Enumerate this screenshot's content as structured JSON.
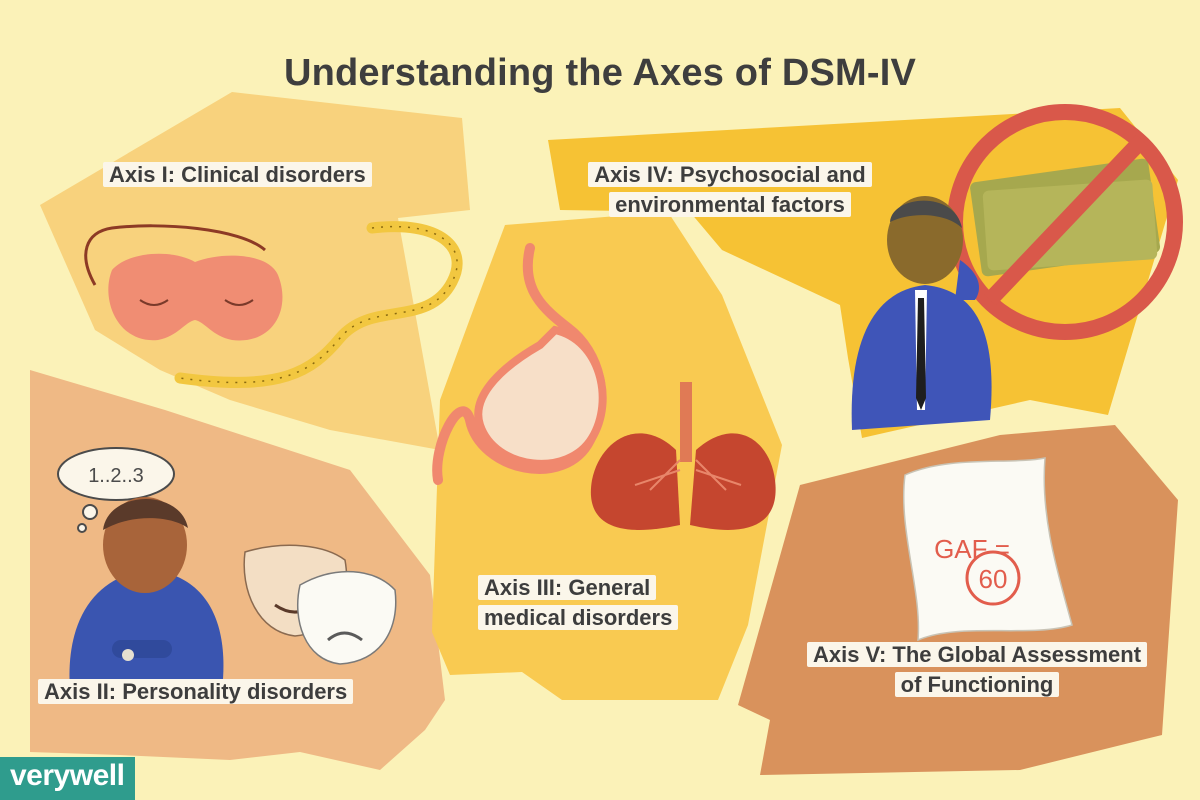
{
  "title": "Understanding the Axes of DSM-IV",
  "panels": {
    "axis1": {
      "label": "Axis I: Clinical disorders",
      "color": "#f8d27d"
    },
    "axis2": {
      "label": "Axis II: Personality disorders",
      "color": "#efb985",
      "thought_bubble": "1..2..3"
    },
    "axis3": {
      "label_line1": "Axis III: General",
      "label_line2": "medical disorders",
      "color": "#f9ca51"
    },
    "axis4": {
      "label_line1": "Axis IV: Psychosocial and",
      "label_line2": "environmental factors",
      "color": "#f6c234"
    },
    "axis5": {
      "label_line1": "Axis V: The Global Assessment",
      "label_line2": "of Functioning",
      "color": "#d9925c",
      "paper_text": "GAF =",
      "paper_score": "60"
    }
  },
  "icons": {
    "axis1": [
      "sleep-mask-icon",
      "measuring-tape-icon"
    ],
    "axis2": [
      "person-icon",
      "theater-masks-icon",
      "thought-bubble-icon"
    ],
    "axis3": [
      "stomach-icon",
      "lungs-icon"
    ],
    "axis4": [
      "businessman-icon",
      "no-money-icon"
    ],
    "axis5": [
      "paper-icon"
    ]
  },
  "brand": "verywell",
  "colors": {
    "background": "#fbf2b8",
    "title": "#3e3e3e",
    "brand_bg": "#2f9c8d",
    "accent_red": "#d9584a"
  }
}
